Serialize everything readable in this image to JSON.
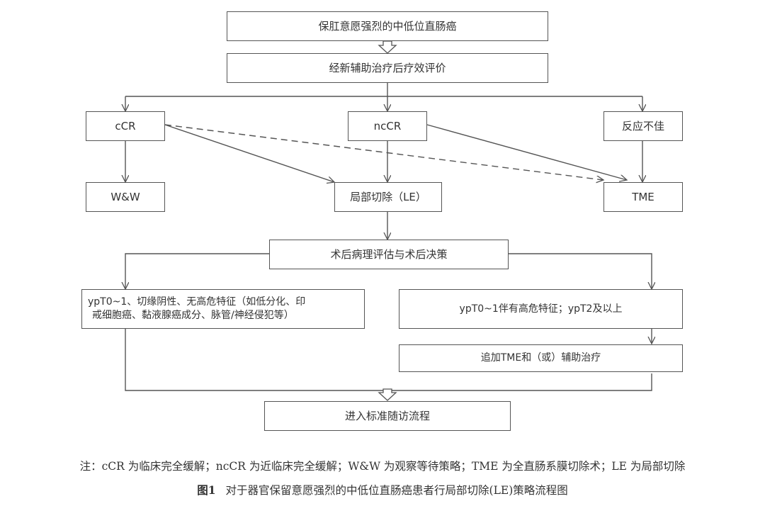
{
  "nodes": {
    "start": "保肛意愿强烈的中低位直肠癌",
    "evaluation": "经新辅助治疗后疗效评价",
    "ccr": "cCR",
    "nccr": "ncCR",
    "poor_response": "反应不佳",
    "ww": "W&W",
    "le": "局部切除（LE）",
    "tme": "TME",
    "post_op": "术后病理评估与术后决策",
    "low_risk_line1": "ypT0~1、切缘阴性、无高危特征（如低分化、印",
    "low_risk_line2": "戒细胞癌、黏液腺癌成分、脉管/神经侵犯等）",
    "high_risk": "ypT0~1伴有高危特征；ypT2及以上",
    "additional": "追加TME和（或）辅助治疗",
    "followup": "进入标准随访流程"
  },
  "edges": [
    {
      "from": "start",
      "to": "evaluation",
      "style": "hollow-arrow"
    },
    {
      "from": "evaluation",
      "to": "ccr",
      "style": "solid"
    },
    {
      "from": "evaluation",
      "to": "nccr",
      "style": "solid"
    },
    {
      "from": "evaluation",
      "to": "poor_response",
      "style": "solid"
    },
    {
      "from": "ccr",
      "to": "ww",
      "style": "solid"
    },
    {
      "from": "ccr",
      "to": "le",
      "style": "solid"
    },
    {
      "from": "ccr",
      "to": "tme",
      "style": "dashed"
    },
    {
      "from": "nccr",
      "to": "le",
      "style": "solid"
    },
    {
      "from": "nccr",
      "to": "tme",
      "style": "solid"
    },
    {
      "from": "poor_response",
      "to": "tme",
      "style": "solid"
    },
    {
      "from": "le",
      "to": "post_op",
      "style": "solid"
    },
    {
      "from": "post_op",
      "to": "low_risk",
      "style": "solid"
    },
    {
      "from": "post_op",
      "to": "high_risk",
      "style": "solid"
    },
    {
      "from": "high_risk",
      "to": "additional",
      "style": "solid"
    },
    {
      "from": "low_risk",
      "to": "followup",
      "style": "hollow-arrow"
    },
    {
      "from": "additional",
      "to": "followup",
      "style": "hollow-arrow"
    }
  ],
  "caption": {
    "note": "注：cCR 为临床完全缓解；ncCR 为近临床完全缓解；W&W 为观察等待策略；TME 为全直肠系膜切除术；LE 为局部切除",
    "figure_number": "图1",
    "figure_title": "对于器官保留意愿强烈的中低位直肠癌患者行局部切除(LE)策略流程图"
  },
  "colors": {
    "line": "#555555",
    "text": "#333333",
    "background": "#ffffff"
  }
}
